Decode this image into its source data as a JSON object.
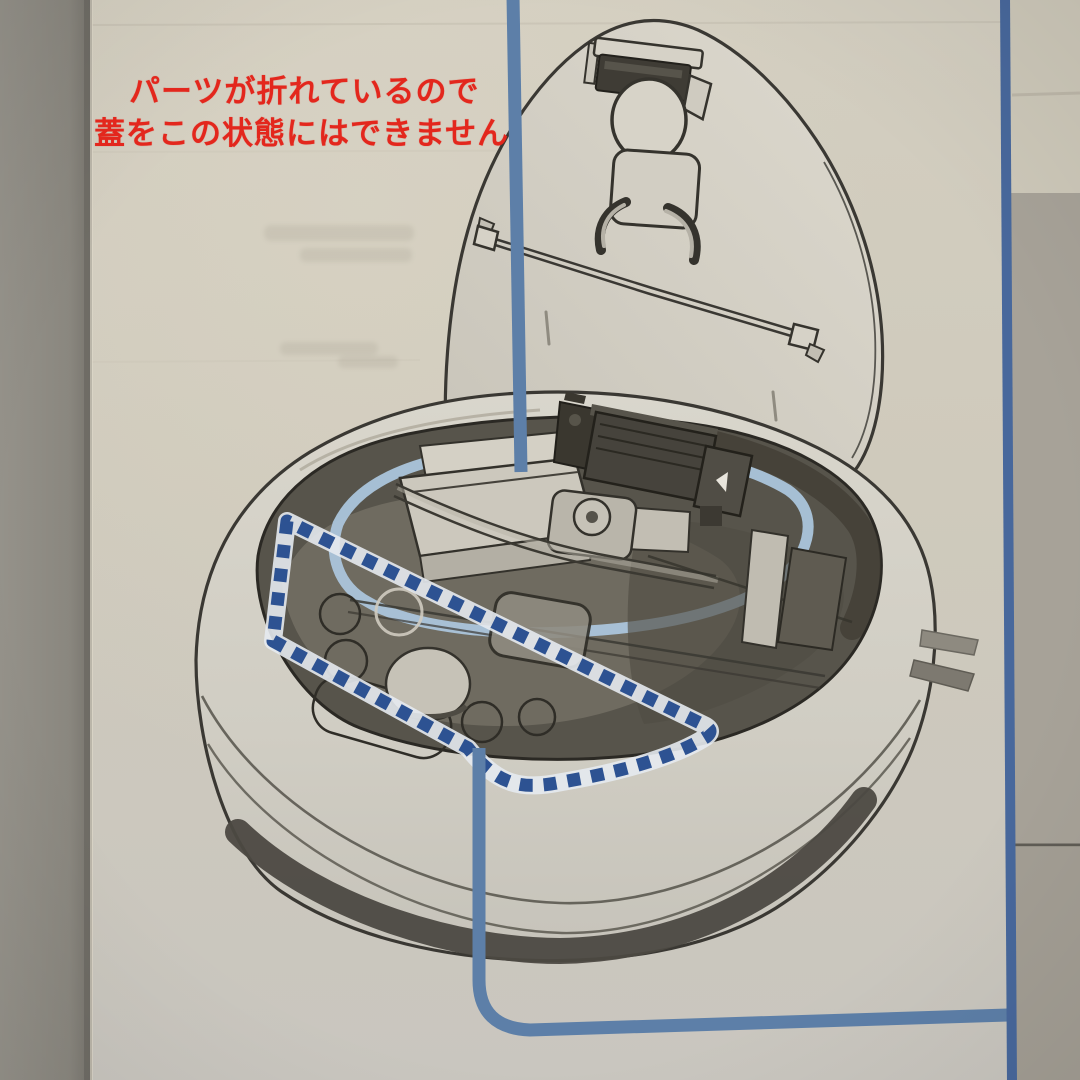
{
  "annotation": {
    "line1": "パーツが折れているので",
    "line2": "蓋をこの状態にはできません",
    "color": "#e3271d"
  },
  "figure": {
    "leader_line_color": "#5d7fa8",
    "border_line_color": "#48689c",
    "dashed_highlight_color": "#2d5292",
    "gasket_color": "#abc5db",
    "paper_color": "#cfcabd",
    "desk_color": "#8f8c84",
    "parts": [
      "robot-lid-open",
      "lid-latch",
      "lid-vent-circle",
      "lid-hinge-rod",
      "lid-hooks",
      "robot-vacuum-body",
      "bin-bay",
      "bin-gasket",
      "dust-bin",
      "hinge-roller-module",
      "deck-wells",
      "side-bristles",
      "highlight-dashed-outline",
      "leader-line-top",
      "leader-line-bottom",
      "figure-border-line"
    ]
  }
}
